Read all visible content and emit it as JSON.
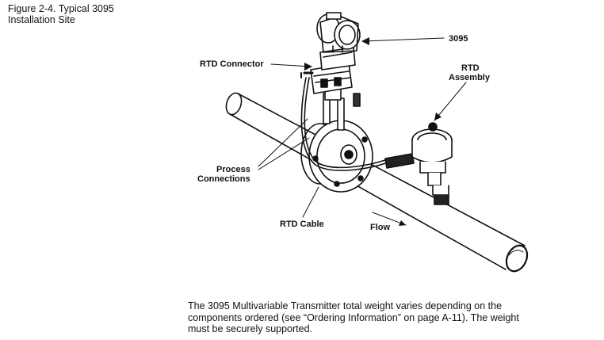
{
  "figure": {
    "caption_line1": "Figure 2-4. Typical 3095",
    "caption_line2": "Installation Site"
  },
  "labels": {
    "model": "3095",
    "rtd_connector": "RTD Connector",
    "rtd_assembly_line1": "RTD",
    "rtd_assembly_line2": "Assembly",
    "process_connections_line1": "Process",
    "process_connections_line2": "Connections",
    "rtd_cable": "RTD Cable",
    "flow": "Flow"
  },
  "body": {
    "paragraph_line1": "The 3095 Multivariable Transmitter total weight varies depending on the",
    "paragraph_line2": "components ordered (see “Ordering Information” on page A-11). The weight",
    "paragraph_line3": "must be securely supported."
  }
}
